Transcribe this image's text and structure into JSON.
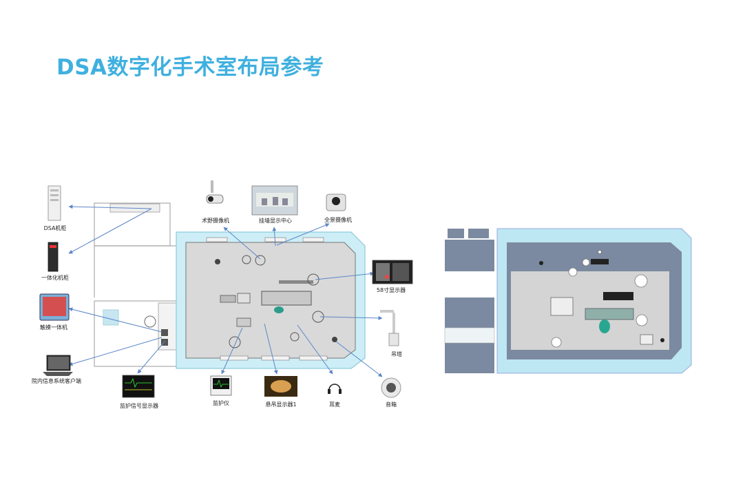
{
  "title": "DSA数字化手术室布局参考",
  "devices": {
    "dsa_cabinet": "DSA机柜",
    "integrated_cabinet": "一体化机柜",
    "touch_panel": "触摸一体机",
    "his_client": "院内信息系统客户端",
    "monitor_signal_display": "监护信号显示器",
    "patient_monitor": "监护仪",
    "boom_display": "悬吊显示器1",
    "headset": "耳麦",
    "speaker": "音箱",
    "field_camera": "术野摄像机",
    "wall_display_center": "挂墙显示中心",
    "panorama_camera": "全景摄像机",
    "display_58": "58寸显示器",
    "ceiling_pendant": "吊塔"
  },
  "colors": {
    "title": "#3fb0df",
    "room_wall": "#cdeef6",
    "floor": "#d9d9d9",
    "arrow": "#5b86c8",
    "wall_3d_dark": "#7b8aa0"
  }
}
